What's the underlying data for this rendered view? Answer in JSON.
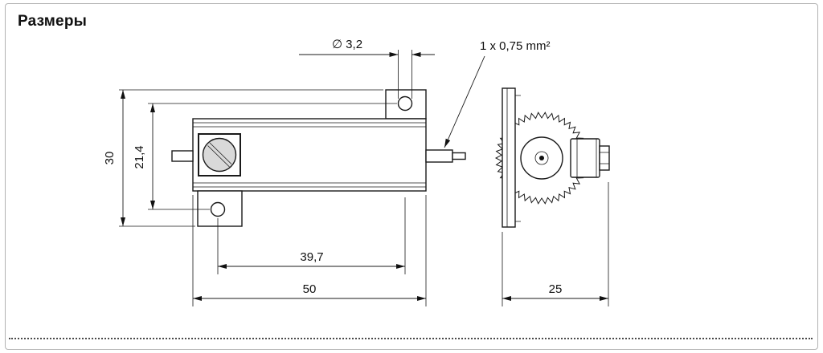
{
  "title": "Размеры",
  "drawing": {
    "dim_hole_diameter": "∅ 3,2",
    "dim_wire": "1 x 0,75 mm²",
    "dim_overall_height": "30",
    "dim_hole_center_offset": "21,4",
    "dim_hole_spacing": "39,7",
    "dim_overall_length": "50",
    "dim_depth": "25"
  }
}
